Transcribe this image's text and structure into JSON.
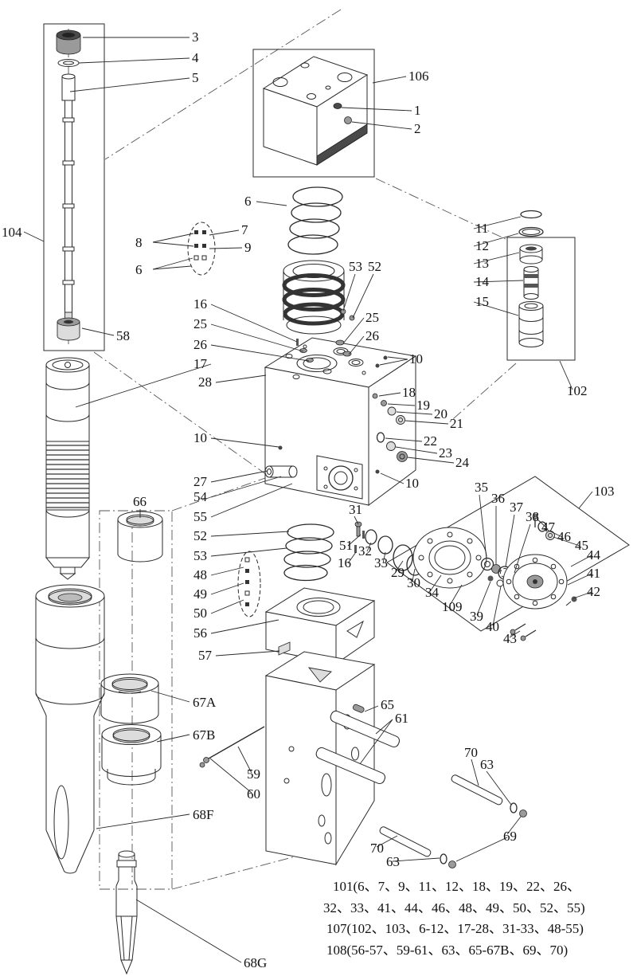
{
  "figure": {
    "colors": {
      "line": "#2a2a2a",
      "background": "#ffffff"
    },
    "callouts": {
      "c1": "1",
      "c2": "2",
      "c3": "3",
      "c4": "4",
      "c5": "5",
      "c6a": "6",
      "c6b": "6",
      "c7": "7",
      "c8": "8",
      "c9": "9",
      "c10a": "10",
      "c10b": "10",
      "c10c": "10",
      "c11": "11",
      "c12": "12",
      "c13": "13",
      "c14": "14",
      "c15": "15",
      "c16a": "16",
      "c16b": "16",
      "c17": "17",
      "c18": "18",
      "c19": "19",
      "c20": "20",
      "c21": "21",
      "c22": "22",
      "c23": "23",
      "c24": "24",
      "c25a": "25",
      "c25b": "25",
      "c26a": "26",
      "c26b": "26",
      "c27": "27",
      "c28": "28",
      "c29": "29",
      "c30": "30",
      "c31": "31",
      "c32": "32",
      "c33": "33",
      "c34": "34",
      "c35": "35",
      "c36": "36",
      "c37": "37",
      "c38": "38",
      "c39": "39",
      "c40": "40",
      "c41": "41",
      "c42": "42",
      "c43": "43",
      "c44": "44",
      "c45": "45",
      "c46": "46",
      "c47": "47",
      "c48": "48",
      "c49": "49",
      "c50": "50",
      "c51": "51",
      "c52a": "52",
      "c52b": "52",
      "c53a": "53",
      "c53b": "53",
      "c54": "54",
      "c55": "55",
      "c56": "56",
      "c57": "57",
      "c58": "58",
      "c59": "59",
      "c60": "60",
      "c61": "61",
      "c63a": "63",
      "c63b": "63",
      "c65": "65",
      "c66": "66",
      "c67A": "67A",
      "c67B": "67B",
      "c68F": "68F",
      "c68G": "68G",
      "c69": "69",
      "c70a": "70",
      "c70b": "70",
      "c102": "102",
      "c103": "103",
      "c104": "104",
      "c106": "106",
      "c109": "109"
    },
    "notes": [
      "101(6、7、9、11、12、18、19、22、26、",
      "32、33、41、44、46、48、49、50、52、55)",
      "107(102、103、6-12、17-28、31-33、48-55)",
      "108(56-57、59-61、63、65-67B、69、70)"
    ]
  }
}
